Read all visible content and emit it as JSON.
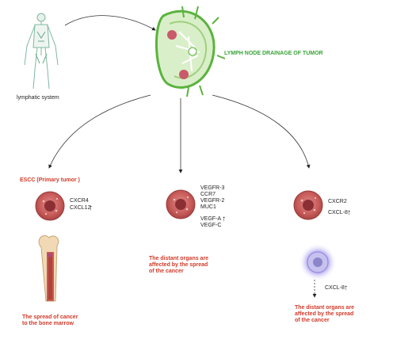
{
  "title": "LYMPH NODE DRAINAGE OF TUMOR",
  "lymphatic_label": "lymphatic system",
  "left": {
    "heading": "ESCC (Primary tumor )",
    "markers": [
      "CXCR4",
      "CXCL12"
    ],
    "caption_line1": "The spread of cancer",
    "caption_line2": "to the bone marrow"
  },
  "middle": {
    "markers_group1": [
      "VEGFR-3",
      "CCR7",
      "VEGFR-2",
      "MUC1"
    ],
    "markers_group2": [
      "VEGF-A",
      "VEGF-C"
    ],
    "caption_line1": "The distant organs are",
    "caption_line2": "affected by the spread",
    "caption_line3": "of the cancer"
  },
  "right": {
    "markers": [
      "CXCR2",
      "CXCL-8"
    ],
    "secondary_marker": "CXCL-8",
    "caption_line1": "The distant organs are",
    "caption_line2": "affected by the spread",
    "caption_line3": "of the cancer"
  },
  "up_arrow": "↑",
  "colors": {
    "accent_red": "#d13a2a",
    "accent_green": "#3aa33a",
    "cell": "#c9605f",
    "node_green": "#5bb33e"
  }
}
